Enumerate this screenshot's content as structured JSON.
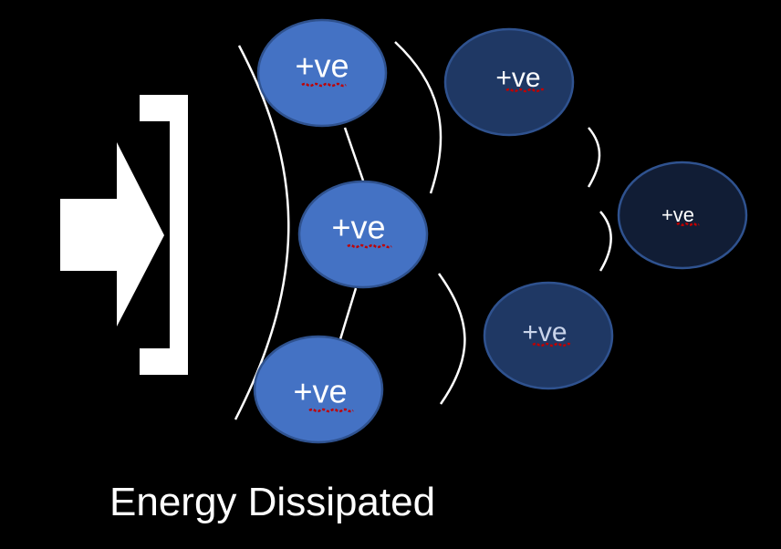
{
  "caption": "Energy Dissipated",
  "ions": [
    {
      "label": "+ve",
      "fill": "#4472c4",
      "text_color": "#ffffff"
    },
    {
      "label": "+ve",
      "fill": "#4472c4",
      "text_color": "#ffffff"
    },
    {
      "label": "+ve",
      "fill": "#4472c4",
      "text_color": "#ffffff"
    },
    {
      "label": "+ve",
      "fill": "#1f3864",
      "text_color": "#ffffff"
    },
    {
      "label": "+ve",
      "fill": "#1f3864",
      "text_color": "#c9d4ea"
    },
    {
      "label": "+ve",
      "fill": "#111d35",
      "text_color": "#ffffff"
    }
  ],
  "colors": {
    "background": "#000000",
    "ion_outline": "#2f528f",
    "arrow": "#ffffff",
    "bracket": "#ffffff",
    "wave": "#ffffff",
    "spellcheck_underline": "#c00000"
  },
  "icons": {
    "arrow": "right-arrow-icon",
    "bracket": "right-square-bracket"
  }
}
